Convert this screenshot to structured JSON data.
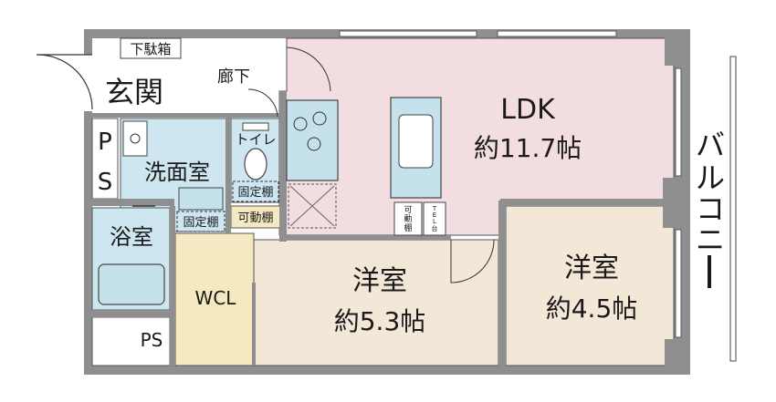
{
  "rooms": {
    "ldk": {
      "name": "LDK",
      "size": "約11.7帖"
    },
    "western_room_1": {
      "name": "洋室",
      "size": "約5.3帖"
    },
    "western_room_2": {
      "name": "洋室",
      "size": "約4.5帖"
    },
    "entrance": "玄関",
    "shoe_cabinet": "下駄箱",
    "hallway": "廊下",
    "toilet": "トイレ",
    "fixed_shelf_toilet": "固定棚",
    "washroom": "洗面室",
    "fixed_shelf_washroom": "固定棚",
    "bathroom": "浴室",
    "movable_shelf": "可動棚",
    "wcl": "WCL",
    "ps_top": {
      "line1": "P",
      "line2": "S"
    },
    "ps_bottom": "PS",
    "balcony": [
      "バ",
      "ル",
      "コ",
      "ニ",
      "ー"
    ],
    "ldk_shelf": {
      "line1": "可",
      "line2": "動",
      "line3": "棚"
    },
    "tel_outlet": {
      "line1": "T",
      "line2": "E",
      "line3": "L",
      "line4": "台"
    }
  },
  "colors": {
    "wall": "#8f8f8f",
    "ldk": "#f2dde0",
    "western": "#f3e7d7",
    "wcl": "#f5e9c2",
    "wet_area": "#cde6ef",
    "fixture": "#c4e1ec",
    "floor_white": "#ffffff",
    "outline": "#333333"
  }
}
